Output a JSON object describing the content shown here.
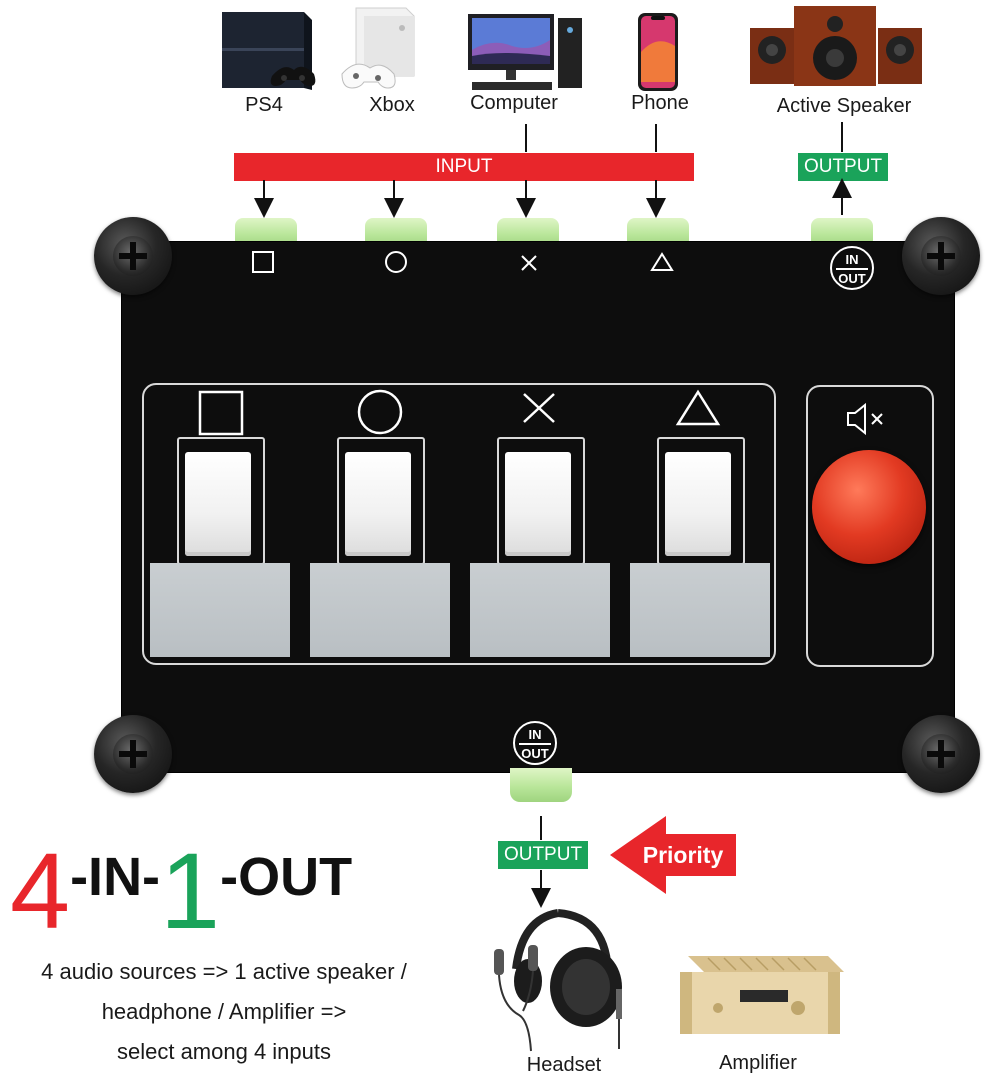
{
  "sources": {
    "ps4": "PS4",
    "xbox": "Xbox",
    "computer": "Computer",
    "phone": "Phone",
    "speaker": "Active Speaker"
  },
  "tags": {
    "input": "INPUT",
    "output_top": "OUTPUT",
    "output_bottom": "OUTPUT",
    "priority": "Priority"
  },
  "ports": {
    "in_text": "IN",
    "out_text": "OUT"
  },
  "headline": {
    "four": "4",
    "in": "-IN-",
    "one": "1",
    "out": "-OUT"
  },
  "description": {
    "line1": "4 audio sources => 1 active speaker /",
    "line2": "headphone / Amplifier =>",
    "line3": "select among 4 inputs"
  },
  "devices": {
    "headset": "Headset",
    "amplifier": "Amplifier"
  },
  "colors": {
    "input_red": "#e8262b",
    "output_green": "#1aa35a",
    "mute_red": "#e23a22",
    "headline_red": "#e8262b",
    "headline_green": "#1aa35a",
    "panel": "#0d0d0d"
  }
}
